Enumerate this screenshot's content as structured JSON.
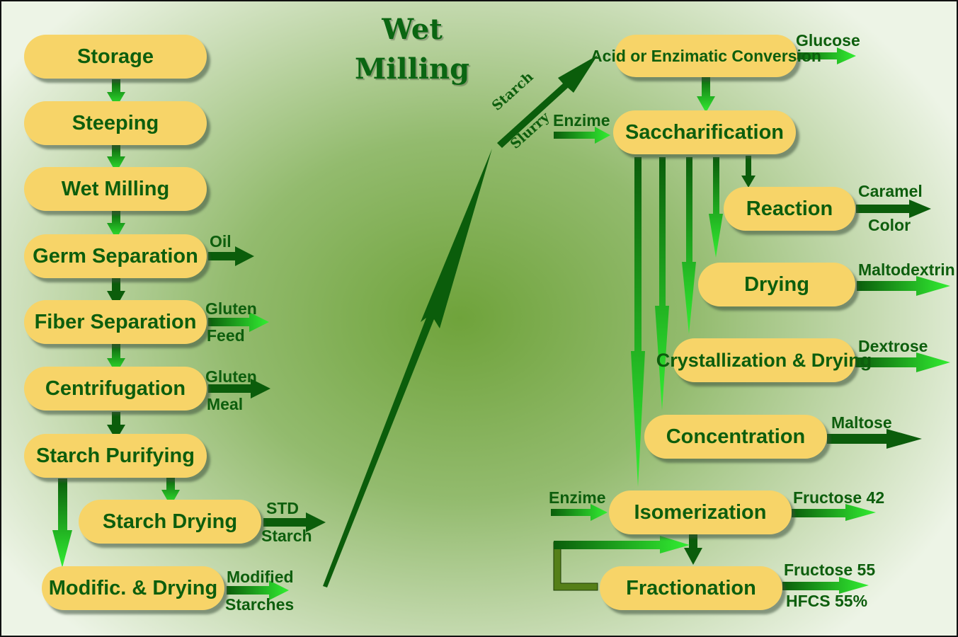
{
  "title": {
    "line1": "Wet",
    "line2": "Milling"
  },
  "left_chain": {
    "storage": "Storage",
    "steeping": "Steeping",
    "wet_milling": "Wet Milling",
    "germ_separation": "Germ Separation",
    "fiber_separation": "Fiber Separation",
    "centrifugation": "Centrifugation",
    "starch_purifying": "Starch Purifying",
    "starch_drying": "Starch Drying",
    "modific_drying": "Modific. & Drying"
  },
  "left_outputs": {
    "oil": "Oil",
    "gluten_feed_1": "Gluten",
    "gluten_feed_2": "Feed",
    "gluten_meal_1": "Gluten",
    "gluten_meal_2": "Meal",
    "std_starch_1": "STD",
    "std_starch_2": "Starch",
    "modified_starches_1": "Modified",
    "modified_starches_2": "Starches"
  },
  "connector": {
    "starch": "Starch",
    "slurry": "Slurry"
  },
  "right_chain": {
    "acid_conversion": "Acid or Enzimatic Conversion",
    "saccharification": "Saccharification",
    "reaction": "Reaction",
    "drying": "Drying",
    "crystallization": "Crystallization & Drying",
    "concentration": "Concentration",
    "isomerization": "Isomerization",
    "fractionation": "Fractionation"
  },
  "right_outputs": {
    "glucose": "Glucose",
    "enzime_1": "Enzime",
    "caramel_1": "Caramel",
    "caramel_2": "Color",
    "maltodextrin": "Maltodextrin",
    "dextrose": "Dextrose",
    "maltose": "Maltose",
    "enzime_2": "Enzime",
    "fructose_42": "Fructose 42",
    "fructose_55": "Fructose 55",
    "hfcs": "HFCS 55%"
  },
  "colors": {
    "node_fill": "#f7d468",
    "text": "#0d5e0d",
    "arrow_dark": "#0b5d0b",
    "arrow_light": "#2ee82e"
  }
}
